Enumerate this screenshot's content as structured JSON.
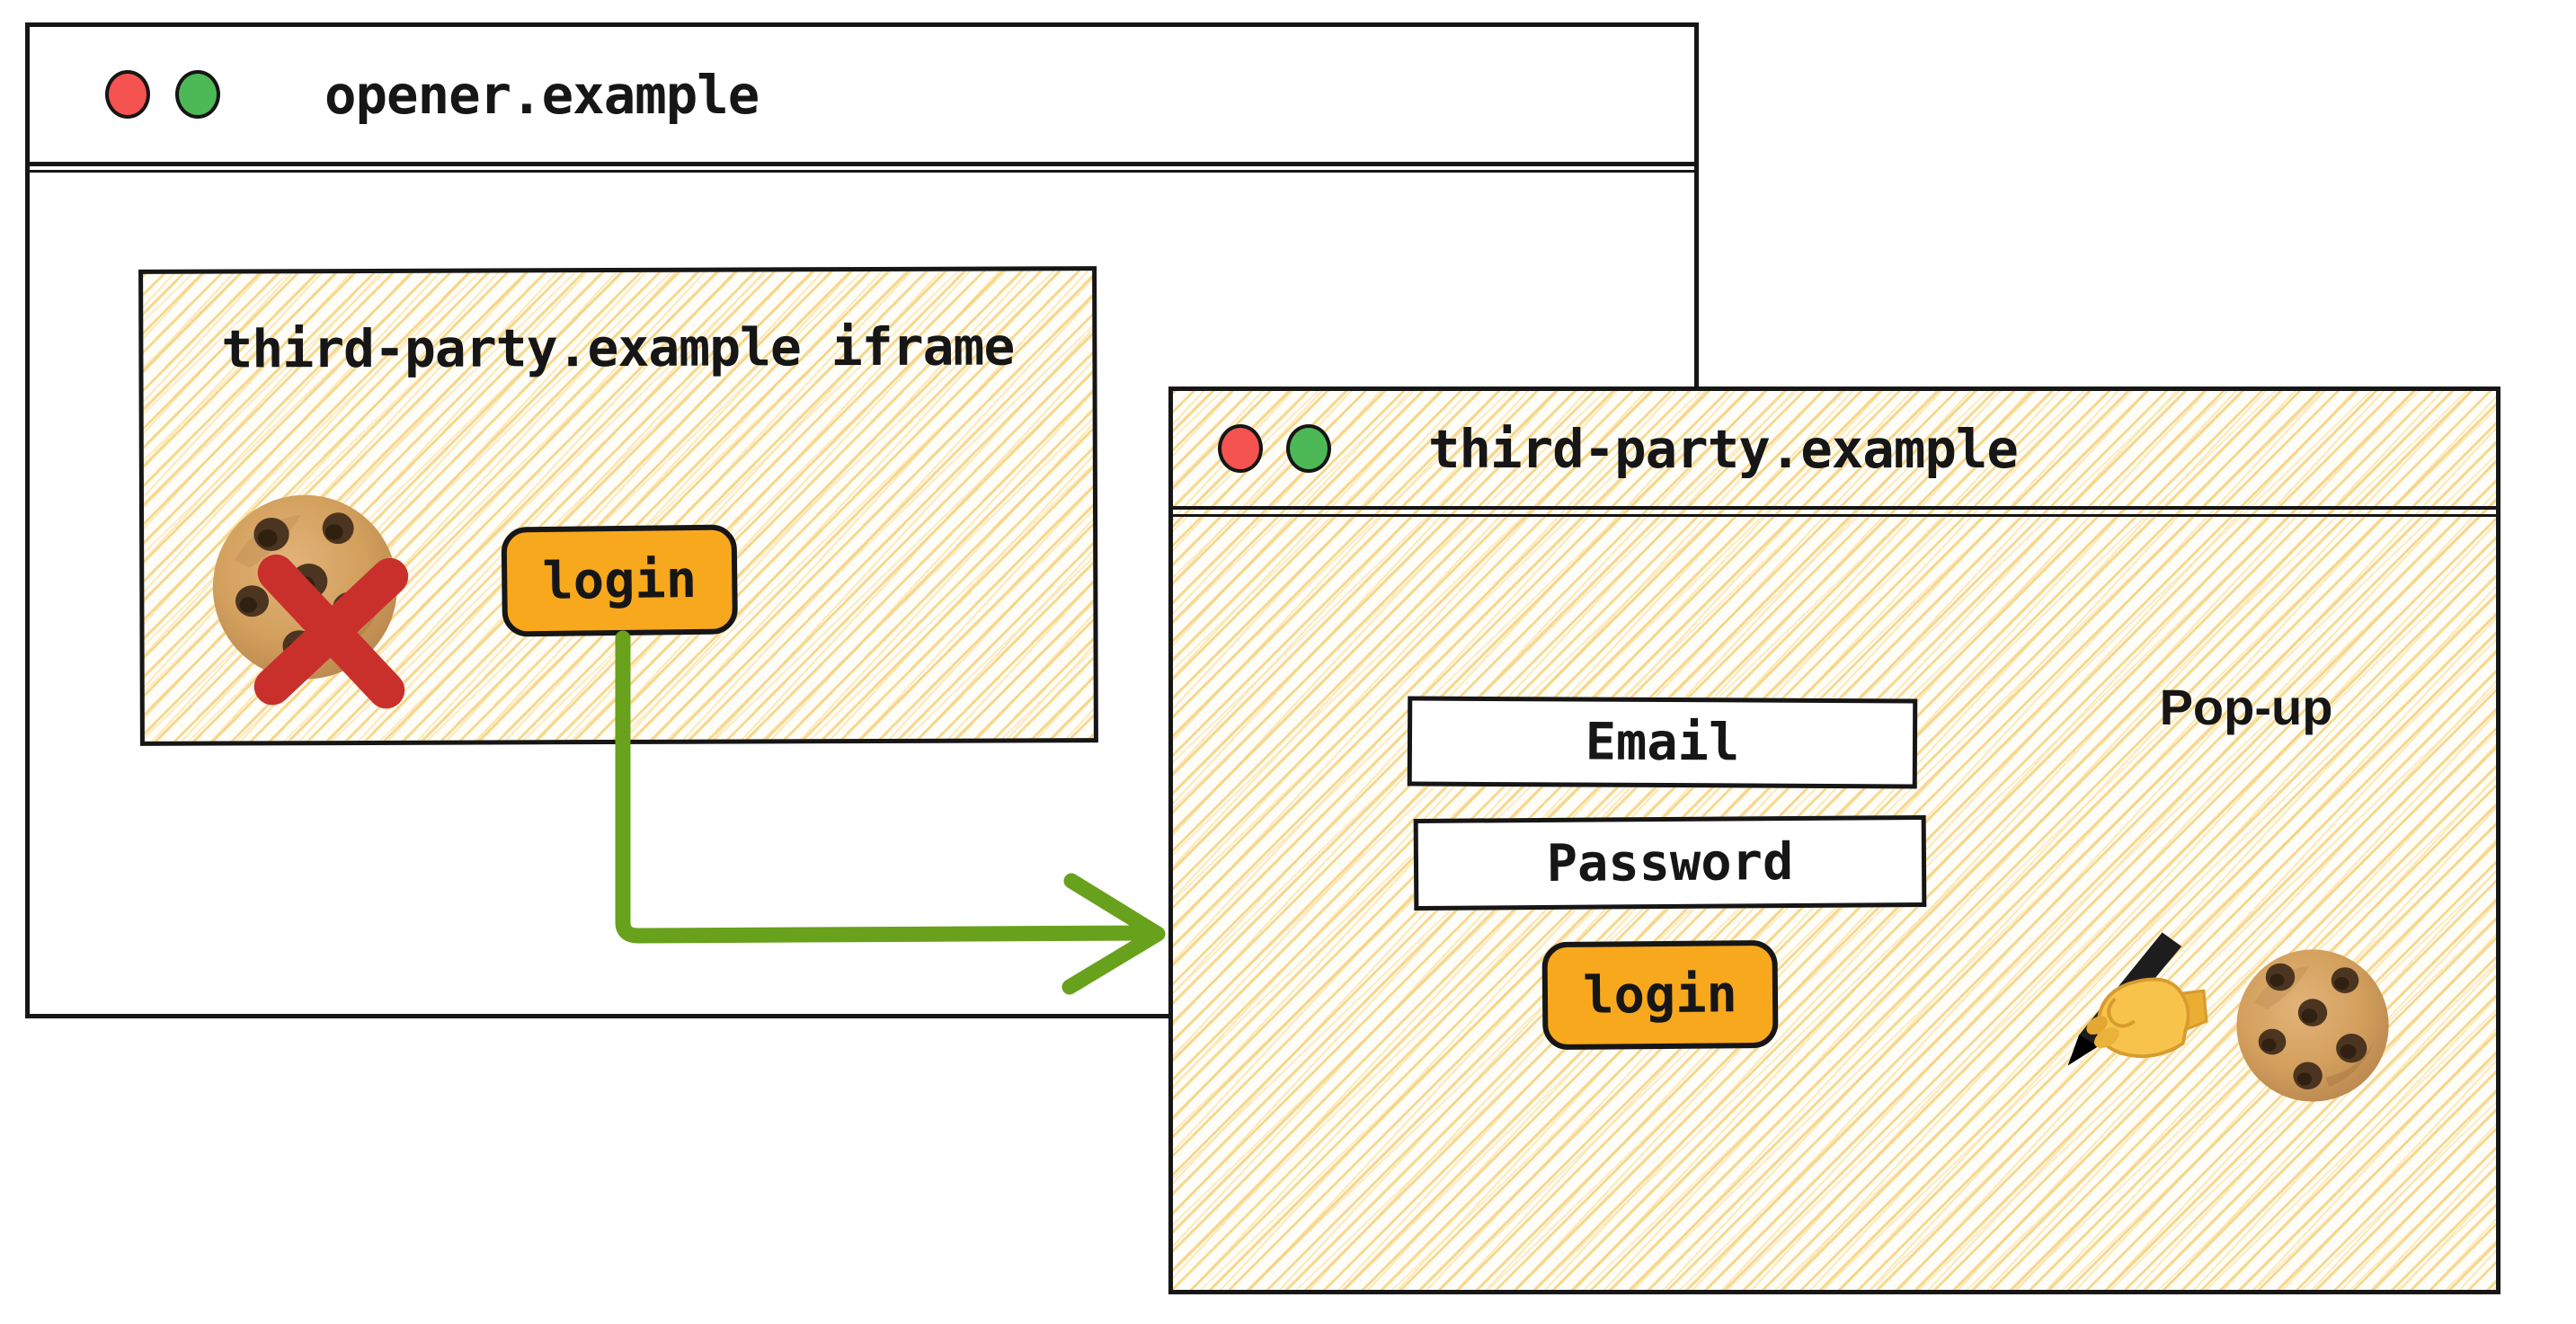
{
  "colors": {
    "outline": "#161616",
    "button_orange": "#f8a81d",
    "arrow_green": "#68a11b",
    "blocked_cross_red": "#c9302c",
    "traffic_light_red": "#f4534f",
    "traffic_light_green": "#4db956",
    "hatch_yellow": "#f6d17d"
  },
  "opener": {
    "title": "opener.example",
    "iframe": {
      "label": "third-party.example iframe",
      "login_button": "login"
    }
  },
  "popup": {
    "title": "third-party.example",
    "window_label": "Pop-up",
    "email_field": "Email",
    "password_field": "Password",
    "login_button": "login"
  }
}
